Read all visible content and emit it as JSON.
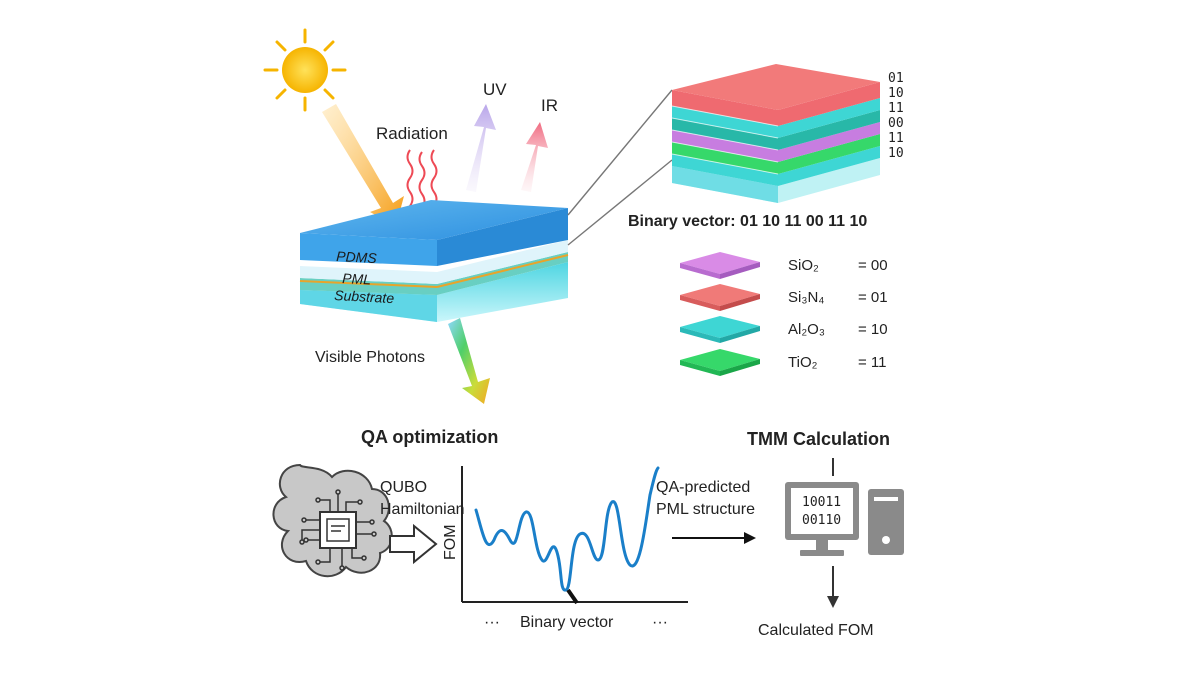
{
  "top": {
    "radiation_label": "Radiation",
    "uv_label": "UV",
    "ir_label": "IR",
    "visible_label": "Visible Photons",
    "layers": [
      "PDMS",
      "PML",
      "Substrate"
    ]
  },
  "stack": {
    "codes": [
      "01",
      "10",
      "11",
      "00",
      "11",
      "10"
    ],
    "binary_vector_text": "Binary vector: 01 10 11 00 11 10"
  },
  "legend": [
    {
      "material": "SiO₂",
      "code": "= 00",
      "color": "#d98be6"
    },
    {
      "material": "Si₃N₄",
      "code": "= 01",
      "color": "#f07a78"
    },
    {
      "material": "Al₂O₃",
      "code": "= 10",
      "color": "#3ed6d4"
    },
    {
      "material": "TiO₂",
      "code": "= 11",
      "color": "#36d86a"
    }
  ],
  "bottom": {
    "qa_title": "QA optimization",
    "qubo_line1": "QUBO",
    "qubo_line2": "Hamiltonian",
    "fom_axis": "FOM",
    "xaxis_label": "Binary vector",
    "predicted_line1": "QA-predicted",
    "predicted_line2": "PML structure",
    "tmm_title": "TMM Calculation",
    "screen_line1": "10011",
    "screen_line2": "00110",
    "calculated": "Calculated FOM"
  }
}
